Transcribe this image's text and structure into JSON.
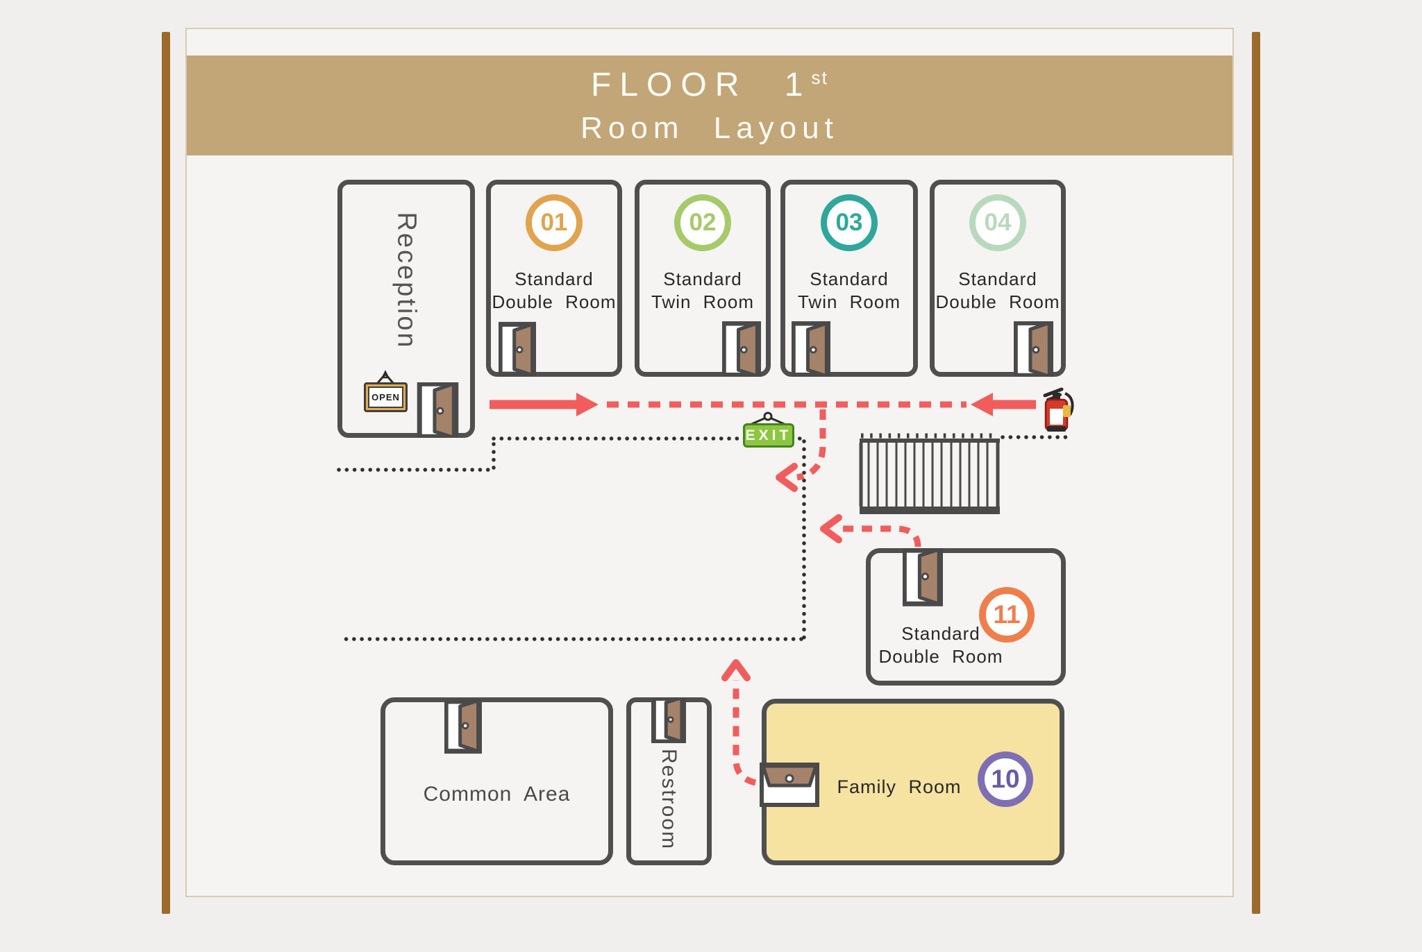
{
  "header": {
    "title_main": "FLOOR 1",
    "title_sup": "st",
    "title_sub": "Room Layout"
  },
  "rooms": {
    "reception": {
      "label": "Reception"
    },
    "room01": {
      "number": "01",
      "name_line1": "Standard",
      "name_line2": "Double Room",
      "color": "#e0a44f"
    },
    "room02": {
      "number": "02",
      "name_line1": "Standard",
      "name_line2": "Twin Room",
      "color": "#a6c96a"
    },
    "room03": {
      "number": "03",
      "name_line1": "Standard",
      "name_line2": "Twin Room",
      "color": "#2fa79a"
    },
    "room04": {
      "number": "04",
      "name_line1": "Standard",
      "name_line2": "Double Room",
      "color": "#b9d9bc"
    },
    "room11": {
      "number": "11",
      "name_line1": "Standard",
      "name_line2": "Double Room",
      "color": "#ef7e4d"
    },
    "room10": {
      "number": "10",
      "name": "Family Room",
      "ring_color": "#7e6fb5",
      "number_color": "#6a5aa8",
      "fill": "#f6e3a1"
    },
    "common_area": {
      "label": "Common Area"
    },
    "restroom": {
      "label": "Restroom"
    }
  },
  "signs": {
    "exit": "EXIT",
    "open": "OPEN"
  },
  "colors": {
    "banner": "#c2a678",
    "frame_bar": "#9c6a2b",
    "wall": "#4f4f4f",
    "escape_route": "#f15d5d",
    "exit_green": "#8dc63f",
    "door_leaf": "#a5826a"
  }
}
